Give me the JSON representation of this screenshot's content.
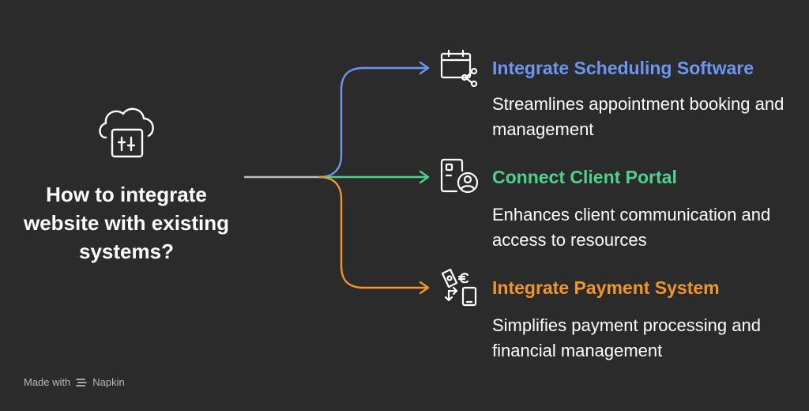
{
  "title": "How to integrate website with existing systems?",
  "colors": {
    "background": "#2b2b2b",
    "stem": "#bdbdbd",
    "blue": "#6b97f3",
    "green": "#4cd38a",
    "orange": "#f0962d"
  },
  "branches": [
    {
      "title": "Integrate Scheduling Software",
      "description": "Streamlines appointment booking and management",
      "icon": "calendar-share-icon",
      "color": "#6b97f3"
    },
    {
      "title": "Connect Client Portal",
      "description": "Enhances client communication and access to resources",
      "icon": "client-portal-icon",
      "color": "#4cd38a"
    },
    {
      "title": "Integrate Payment System",
      "description": "Simplifies payment processing and financial management",
      "icon": "payment-exchange-icon",
      "color": "#f0962d"
    }
  ],
  "footer": {
    "made_with": "Made with",
    "brand": "Napkin"
  }
}
